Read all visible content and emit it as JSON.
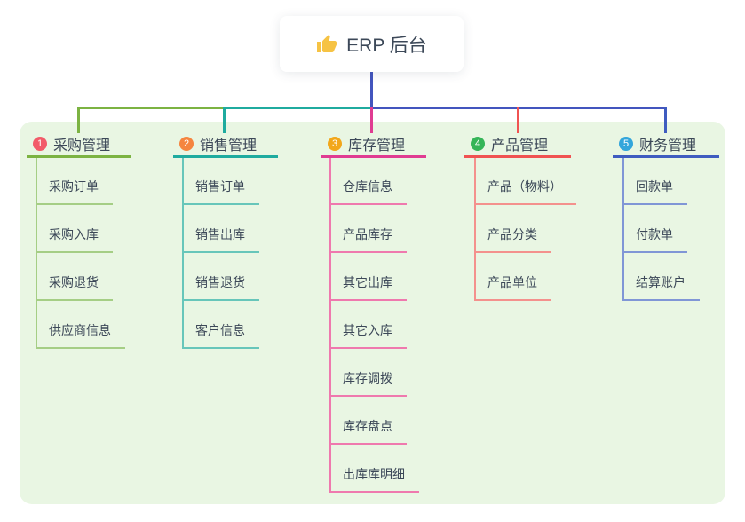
{
  "root": {
    "label": "ERP 后台",
    "icon": "thumbs-up-icon",
    "icon_color": "#f6c344",
    "card_bg": "#ffffff",
    "text_color": "#3c4858"
  },
  "panel": {
    "bg_color": "#e9f6e3"
  },
  "stem_color": "#4355be",
  "branches": [
    {
      "num": "1",
      "label": "采购管理",
      "badge_color": "#f25b69",
      "line_color": "#7cb342",
      "child_line_color": "#a5ce85",
      "children": [
        "采购订单",
        "采购入库",
        "采购退货",
        "供应商信息"
      ]
    },
    {
      "num": "2",
      "label": "销售管理",
      "badge_color": "#f5853f",
      "line_color": "#1fab9f",
      "child_line_color": "#67c6ba",
      "children": [
        "销售订单",
        "销售出库",
        "销售退货",
        "客户信息"
      ]
    },
    {
      "num": "3",
      "label": "库存管理",
      "badge_color": "#f2a71b",
      "line_color": "#e03c92",
      "child_line_color": "#ef79ae",
      "children": [
        "仓库信息",
        "产品库存",
        "其它出库",
        "其它入库",
        "库存调拨",
        "库存盘点",
        "出库库明细"
      ]
    },
    {
      "num": "4",
      "label": "产品管理",
      "badge_color": "#35b558",
      "line_color": "#f05352",
      "child_line_color": "#f4918d",
      "children": [
        "产品（物料）",
        "产品分类",
        "产品单位"
      ]
    },
    {
      "num": "5",
      "label": "财务管理",
      "badge_color": "#33a6db",
      "line_color": "#3f5cc0",
      "child_line_color": "#8096d6",
      "children": [
        "回款单",
        "付款单",
        "结算账户"
      ]
    }
  ]
}
